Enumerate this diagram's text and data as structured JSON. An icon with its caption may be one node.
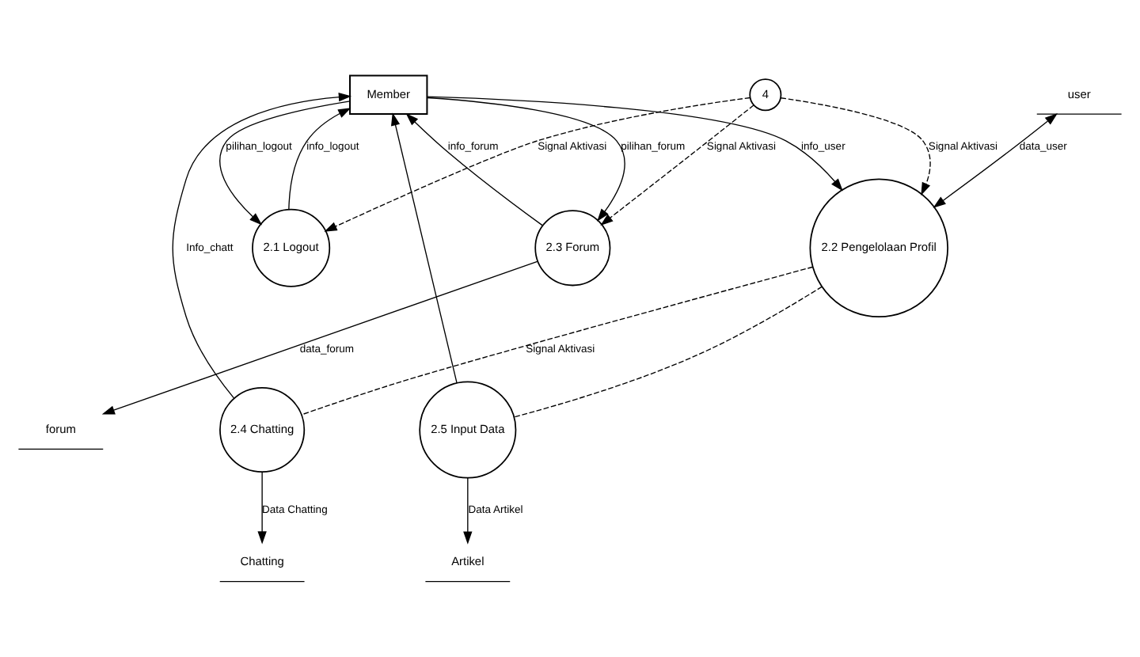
{
  "diagram": {
    "nodes": [
      {
        "text": [
          "Member"
        ]
      },
      {
        "text": [
          "2.2 Pengelolaan Profil"
        ]
      },
      {
        "text": [
          "2.3 Forum"
        ]
      },
      {
        "text": [
          "user"
        ]
      },
      {
        "text": [
          "2.1 Logout"
        ]
      },
      {
        "text": [
          "2.5 Input Data"
        ]
      },
      {
        "text": [
          "2.4 Chatting"
        ]
      },
      {
        "text": [
          "forum"
        ]
      },
      {
        "text": [
          "Chatting"
        ]
      },
      {
        "text": [
          "Artikel"
        ]
      },
      {
        "text": [
          "4"
        ]
      }
    ],
    "edges": [
      {
        "from": 0,
        "to": 1,
        "arrow": "to",
        "label": "info_user"
      },
      {
        "from": 3,
        "to": 1,
        "arrow": "both",
        "label": "data_user"
      },
      {
        "from": 4,
        "to": 0,
        "arrow": "to",
        "label": "info_logout"
      },
      {
        "from": 0,
        "to": 4,
        "arrow": "to",
        "label": "pilihan_logout"
      },
      {
        "from": 10,
        "to": 1,
        "arrow": "to",
        "label": "Signal Aktivasi",
        "style": "dashed"
      },
      {
        "from": 10,
        "to": 2,
        "arrow": "to",
        "label": "Signal Aktivasi",
        "style": "dashed"
      },
      {
        "from": 10,
        "to": 4,
        "arrow": "to",
        "label": "Signal Aktivasi",
        "style": "dashed"
      },
      {
        "from": 1,
        "to": 6,
        "arrow": "none",
        "label": "Signal Aktivasi",
        "style": "dashed"
      },
      {
        "from": 1,
        "to": 5,
        "arrow": "none",
        "style": "dashed"
      },
      {
        "from": 2,
        "to": 0,
        "arrow": "to",
        "label": "info_forum"
      },
      {
        "from": 0,
        "to": 2,
        "arrow": "to",
        "label": "pilihan_forum"
      },
      {
        "from": 6,
        "to": 0,
        "arrow": "to",
        "label": "Info_chatt"
      },
      {
        "from": 5,
        "to": 0,
        "arrow": "to"
      },
      {
        "from": 2,
        "to": 7,
        "arrow": "to",
        "label": "data_forum"
      },
      {
        "from": 6,
        "to": 8,
        "arrow": "to",
        "label": "Data Chatting"
      },
      {
        "from": 5,
        "to": 9,
        "arrow": "to",
        "label": "Data Artikel"
      }
    ]
  }
}
